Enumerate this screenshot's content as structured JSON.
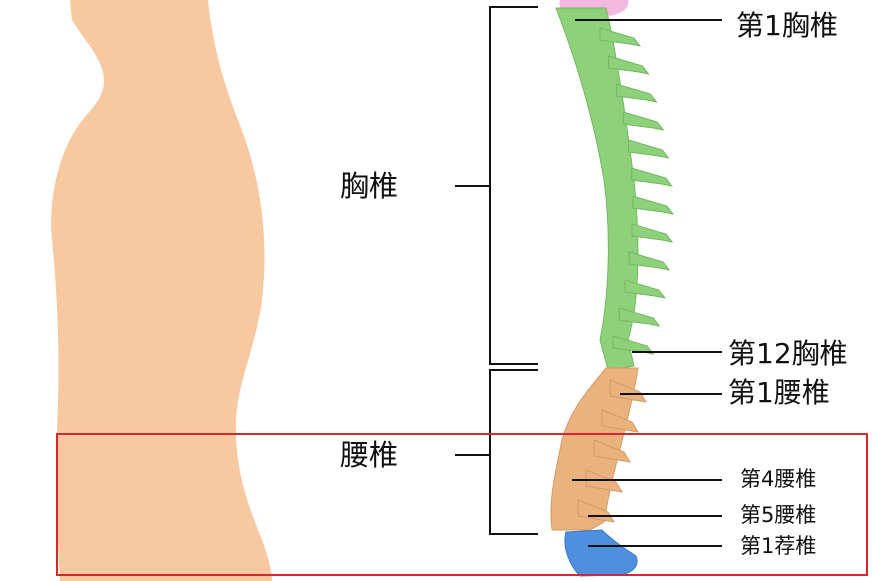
{
  "labels": {
    "thoracic_group": "胸椎",
    "lumbar_group": "腰椎",
    "t1": "第1胸椎",
    "t12": "第12胸椎",
    "l1": "第1腰椎",
    "l4": "第4腰椎",
    "l5": "第5腰椎",
    "s1": "第1荐椎"
  },
  "colors": {
    "body": "#f8c9a0",
    "thoracic": "#8dd17a",
    "lumbar": "#eab27e",
    "sacrum": "#4f8fe0",
    "cervical": "#f2b8e0",
    "highlight_box": "#d9272e",
    "lines": "#111111"
  }
}
